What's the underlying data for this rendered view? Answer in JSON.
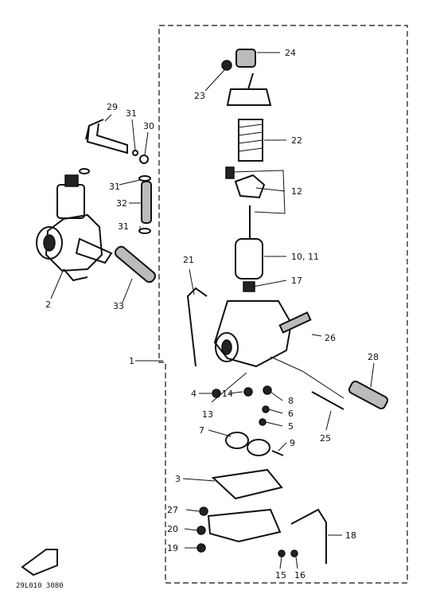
{
  "diagram": {
    "labels": [
      "1",
      "2",
      "3",
      "4",
      "5",
      "6",
      "7",
      "8",
      "9",
      "10, 11",
      "12",
      "13",
      "14",
      "15",
      "16",
      "17",
      "18",
      "19",
      "20",
      "21",
      "22",
      "23",
      "24",
      "25",
      "26",
      "27",
      "28",
      "29",
      "30",
      "31",
      "31",
      "31",
      "32",
      "33"
    ],
    "code": "29L010 3080"
  }
}
